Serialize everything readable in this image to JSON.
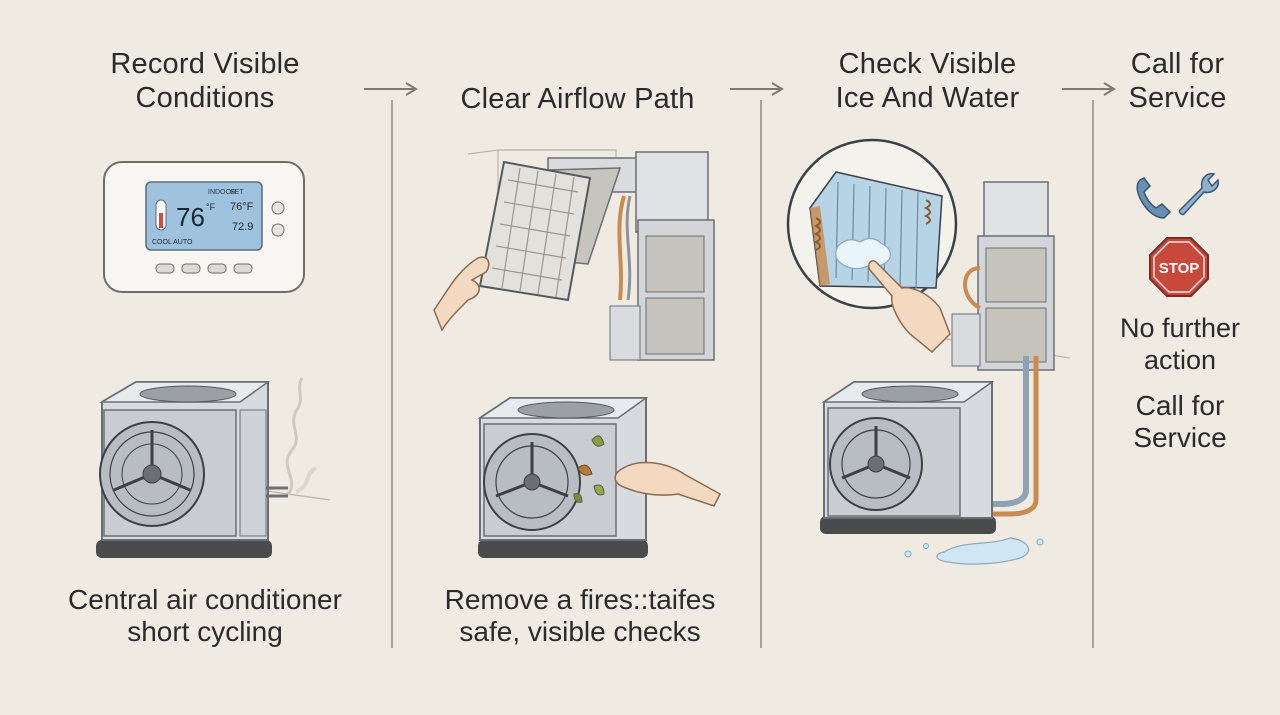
{
  "steps": [
    {
      "title_line1": "Record Visible",
      "title_line2": "Conditions",
      "caption_line1": "Central air conditioner",
      "caption_line2": "short cycling",
      "thermostat": {
        "temp": "76",
        "unit": "°F",
        "set_label": "INDOOR",
        "mode_label": "SET",
        "set_temp": "76°F",
        "small_value": "72.9",
        "status": "COOL AUTO"
      }
    },
    {
      "title": "Clear Airflow Path",
      "caption_line1": "Remove a fires::taifes",
      "caption_line2": "safe, visible checks"
    },
    {
      "title_line1": "Check Visible",
      "title_line2": "Ice And Water"
    },
    {
      "title_line1": "Call for",
      "title_line2": "Service",
      "stop_sign": "STOP",
      "note_line1": "No further",
      "note_line2": "action",
      "call_line1": "Call for",
      "call_line2": "Service"
    }
  ],
  "icons": [
    "phone-icon",
    "wrench-icon",
    "stop-sign-icon",
    "arrow-right-icon"
  ],
  "colors": {
    "background": "#efebe3",
    "ink": "#2b2b2b",
    "stop_red": "#c8483c",
    "copper": "#c98b4e",
    "unit_gray": "#d7dbe0",
    "thermostat_screen": "#9fc2df",
    "ice_blue": "#cfe6f5"
  }
}
